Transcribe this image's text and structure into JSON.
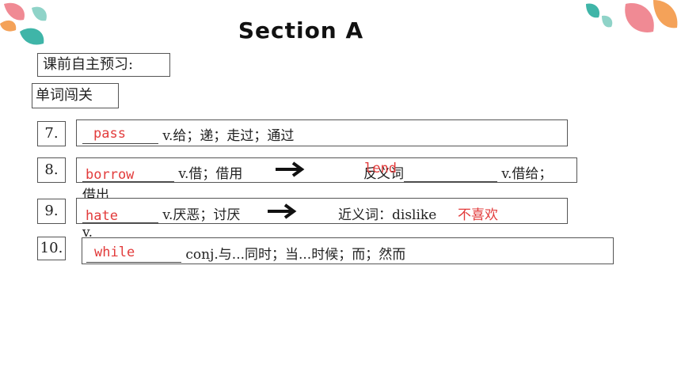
{
  "title": "Section A",
  "labels": {
    "preview": "课前自主预习:",
    "vocab": "单词闯关"
  },
  "items": [
    {
      "num": "7.",
      "answer": "pass",
      "text": "v.给；递；走过；通过"
    },
    {
      "num": "8.",
      "answer": "borrow",
      "text": "v.借；借用",
      "related_label": "反义词",
      "related_answer": "lend",
      "related_text": "v.借给；",
      "wrap_text": "借出"
    },
    {
      "num": "9.",
      "answer": "hate",
      "text": "v.厌恶；讨厌",
      "related_label": "近义词：dislike",
      "related_answer": "不喜欢",
      "wrap_text": "v."
    },
    {
      "num": "10.",
      "answer": "while",
      "text": "conj.与...同时；当...时候；而；然而"
    }
  ],
  "colors": {
    "answer": "#e23b3b",
    "leaf_teal": "#3fb5a8",
    "leaf_pink": "#f08a94",
    "leaf_orange": "#f4a259"
  }
}
